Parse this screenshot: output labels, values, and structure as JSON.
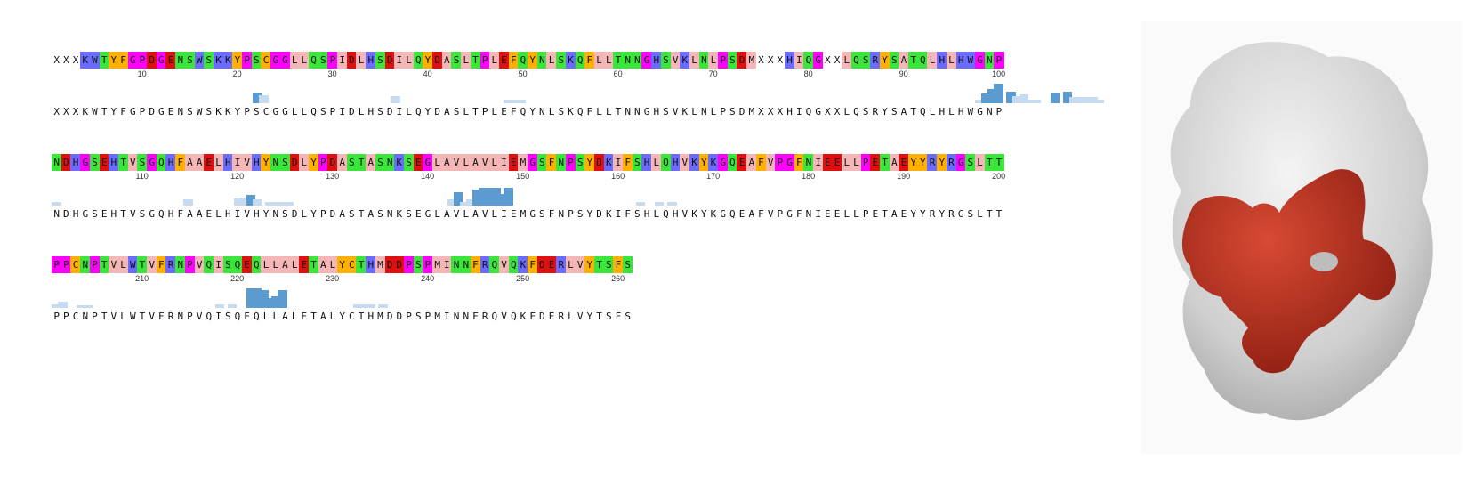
{
  "sequence_blocks": [
    {
      "sequence": "XXXKWTYFGPDGENSWSKKYPSCGGLLQSPIDLHSDILQYDASLTPLEFQYNLSKQFLLTNNGHSVKLNLPSDMXXXHIQGXXLQSRYSATQLHLHWGNP",
      "ticks": [
        "10",
        "20",
        "30",
        "40",
        "50",
        "60",
        "70",
        "80",
        "90",
        "100"
      ],
      "bars": [
        {
          "pos": 32,
          "h": 0.55
        },
        {
          "pos": 33,
          "h": 0.4
        },
        {
          "pos": 54,
          "h": 0.35
        },
        {
          "pos": 72,
          "h": 0.2
        },
        {
          "pos": 73,
          "h": 0.2
        },
        {
          "pos": 74,
          "h": 0.2
        },
        {
          "pos": 147,
          "h": 0.2
        },
        {
          "pos": 148,
          "h": 0.5
        },
        {
          "pos": 149,
          "h": 0.75
        },
        {
          "pos": 150,
          "h": 1.0
        },
        {
          "pos": 152,
          "h": 0.6
        },
        {
          "pos": 153,
          "h": 0.35
        },
        {
          "pos": 154,
          "h": 0.45
        },
        {
          "pos": 155,
          "h": 0.2
        },
        {
          "pos": 156,
          "h": 0.2
        },
        {
          "pos": 159,
          "h": 0.55
        },
        {
          "pos": 161,
          "h": 0.6
        },
        {
          "pos": 162,
          "h": 0.3
        },
        {
          "pos": 163,
          "h": 0.3
        },
        {
          "pos": 164,
          "h": 0.3
        },
        {
          "pos": 165,
          "h": 0.3
        },
        {
          "pos": 166,
          "h": 0.2
        },
        {
          "pos": 188,
          "h": 0.2
        },
        {
          "pos": 190,
          "h": 0.2
        },
        {
          "pos": 192,
          "h": 0.4
        },
        {
          "pos": 193,
          "h": 0.3
        }
      ]
    },
    {
      "sequence": "NDHGSEHTVSGQHFAAELHIVHYNSDLYPDASTASNKSEGLAVLAVLIEMGSFNPSYDKIFSHLQHVKYKGQEAFVPGFNIEELLPETAEYYRYRGSLTT",
      "ticks": [
        "110",
        "120",
        "130",
        "140",
        "150",
        "160",
        "170",
        "180",
        "190",
        "200"
      ],
      "bars": [
        {
          "pos": 0,
          "h": 0.2
        },
        {
          "pos": 21,
          "h": 0.3
        },
        {
          "pos": 29,
          "h": 0.35
        },
        {
          "pos": 30,
          "h": 0.4
        },
        {
          "pos": 31,
          "h": 0.55
        },
        {
          "pos": 32,
          "h": 0.3
        },
        {
          "pos": 34,
          "h": 0.2
        },
        {
          "pos": 35,
          "h": 0.2
        },
        {
          "pos": 36,
          "h": 0.2
        },
        {
          "pos": 37,
          "h": 0.2
        },
        {
          "pos": 63,
          "h": 0.3
        },
        {
          "pos": 64,
          "h": 0.7
        },
        {
          "pos": 65,
          "h": 0.2
        },
        {
          "pos": 66,
          "h": 0.3
        },
        {
          "pos": 67,
          "h": 0.8
        },
        {
          "pos": 68,
          "h": 0.9
        },
        {
          "pos": 69,
          "h": 0.9
        },
        {
          "pos": 70,
          "h": 0.9
        },
        {
          "pos": 71,
          "h": 0.6
        },
        {
          "pos": 72,
          "h": 0.9
        },
        {
          "pos": 93,
          "h": 0.2
        },
        {
          "pos": 96,
          "h": 0.2
        },
        {
          "pos": 98,
          "h": 0.2
        }
      ]
    },
    {
      "sequence": "PPCNPTVLWTVFRNPVQISQEQLLALETALYCTHMDDPSPMINNFRQVQKFDERLVYTSFS",
      "ticks": [
        "210",
        "220",
        "230",
        "240",
        "250",
        "260"
      ],
      "bars": [
        {
          "pos": 0,
          "h": 0.2
        },
        {
          "pos": 1,
          "h": 0.3
        },
        {
          "pos": 4,
          "h": 0.15
        },
        {
          "pos": 5,
          "h": 0.15
        },
        {
          "pos": 26,
          "h": 0.2
        },
        {
          "pos": 28,
          "h": 0.2
        },
        {
          "pos": 31,
          "h": 1.0
        },
        {
          "pos": 32,
          "h": 1.0
        },
        {
          "pos": 33,
          "h": 0.9
        },
        {
          "pos": 34,
          "h": 0.5
        },
        {
          "pos": 35,
          "h": 0.6
        },
        {
          "pos": 36,
          "h": 0.9
        },
        {
          "pos": 48,
          "h": 0.2
        },
        {
          "pos": 49,
          "h": 0.2
        },
        {
          "pos": 50,
          "h": 0.2
        },
        {
          "pos": 52,
          "h": 0.2
        }
      ]
    }
  ],
  "colors": {
    "hydrophobic": "#f4b6b6",
    "polar": "#39e639",
    "positive": "#6b6bff",
    "negative": "#e01010",
    "aromatic": "#ffb000",
    "glycine": "#ff00ff",
    "proline": "#ff00ff",
    "unknown": "#ffffff",
    "bar_dark": "#5b9bd0",
    "bar_light": "#c6dbef",
    "structure_surface": "#d8d8d8",
    "structure_highlight": "#b5291a"
  }
}
